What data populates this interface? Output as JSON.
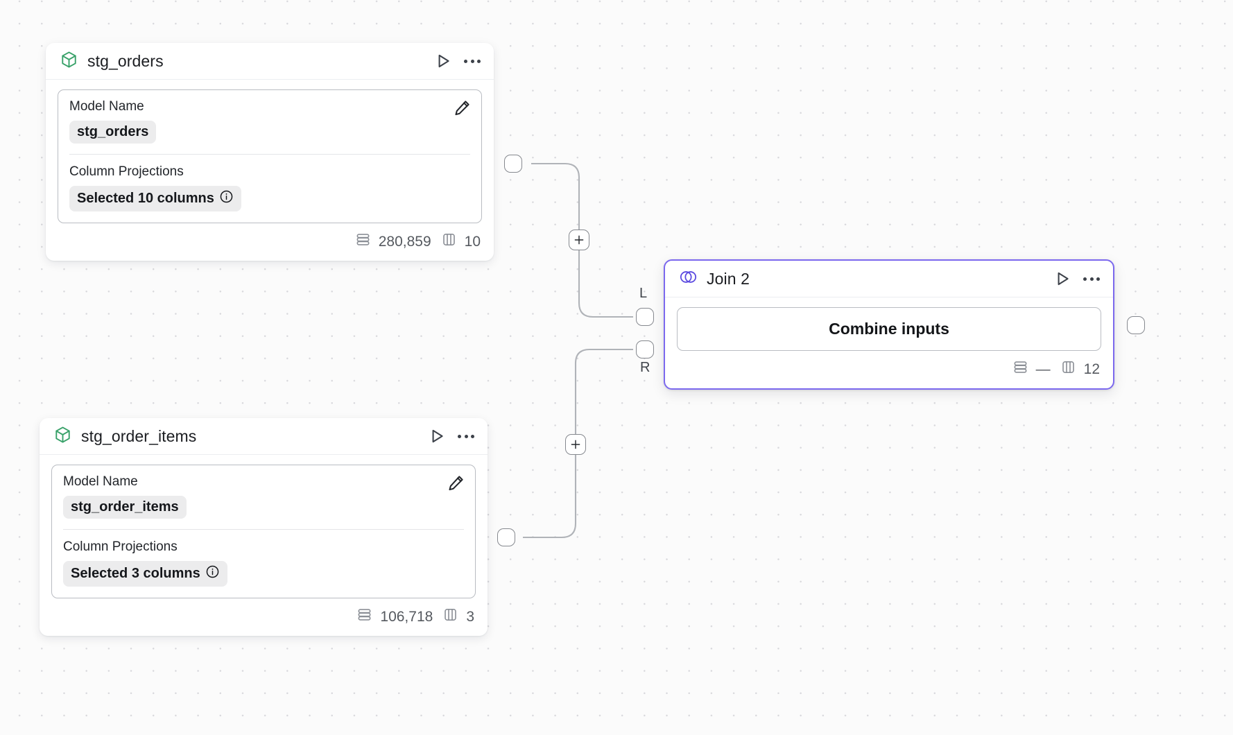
{
  "canvas": {
    "background": "#fbfbfb",
    "grid_dot_color": "#d8d8dc",
    "accent_color": "#7b68ee",
    "model_icon_color": "#38a169"
  },
  "nodes": [
    {
      "id": "stg_orders",
      "type": "model",
      "icon": "cube-icon",
      "title": "stg_orders",
      "fields": {
        "model_name_label": "Model Name",
        "model_name_value": "stg_orders",
        "column_projections_label": "Column Projections",
        "column_projections_value": "Selected 10 columns"
      },
      "footer": {
        "rows": "280,859",
        "columns": "10"
      }
    },
    {
      "id": "stg_order_items",
      "type": "model",
      "icon": "cube-icon",
      "title": "stg_order_items",
      "fields": {
        "model_name_label": "Model Name",
        "model_name_value": "stg_order_items",
        "column_projections_label": "Column Projections",
        "column_projections_value": "Selected 3 columns"
      },
      "footer": {
        "rows": "106,718",
        "columns": "3"
      }
    },
    {
      "id": "join_2",
      "type": "join",
      "icon": "venn-icon",
      "title": "Join 2",
      "selected": true,
      "action_label": "Combine inputs",
      "footer": {
        "rows": "—",
        "columns": "12"
      }
    }
  ],
  "ports": {
    "left_input_label": "L",
    "right_input_label": "R"
  },
  "edge_controls": {
    "add_label": "+"
  }
}
